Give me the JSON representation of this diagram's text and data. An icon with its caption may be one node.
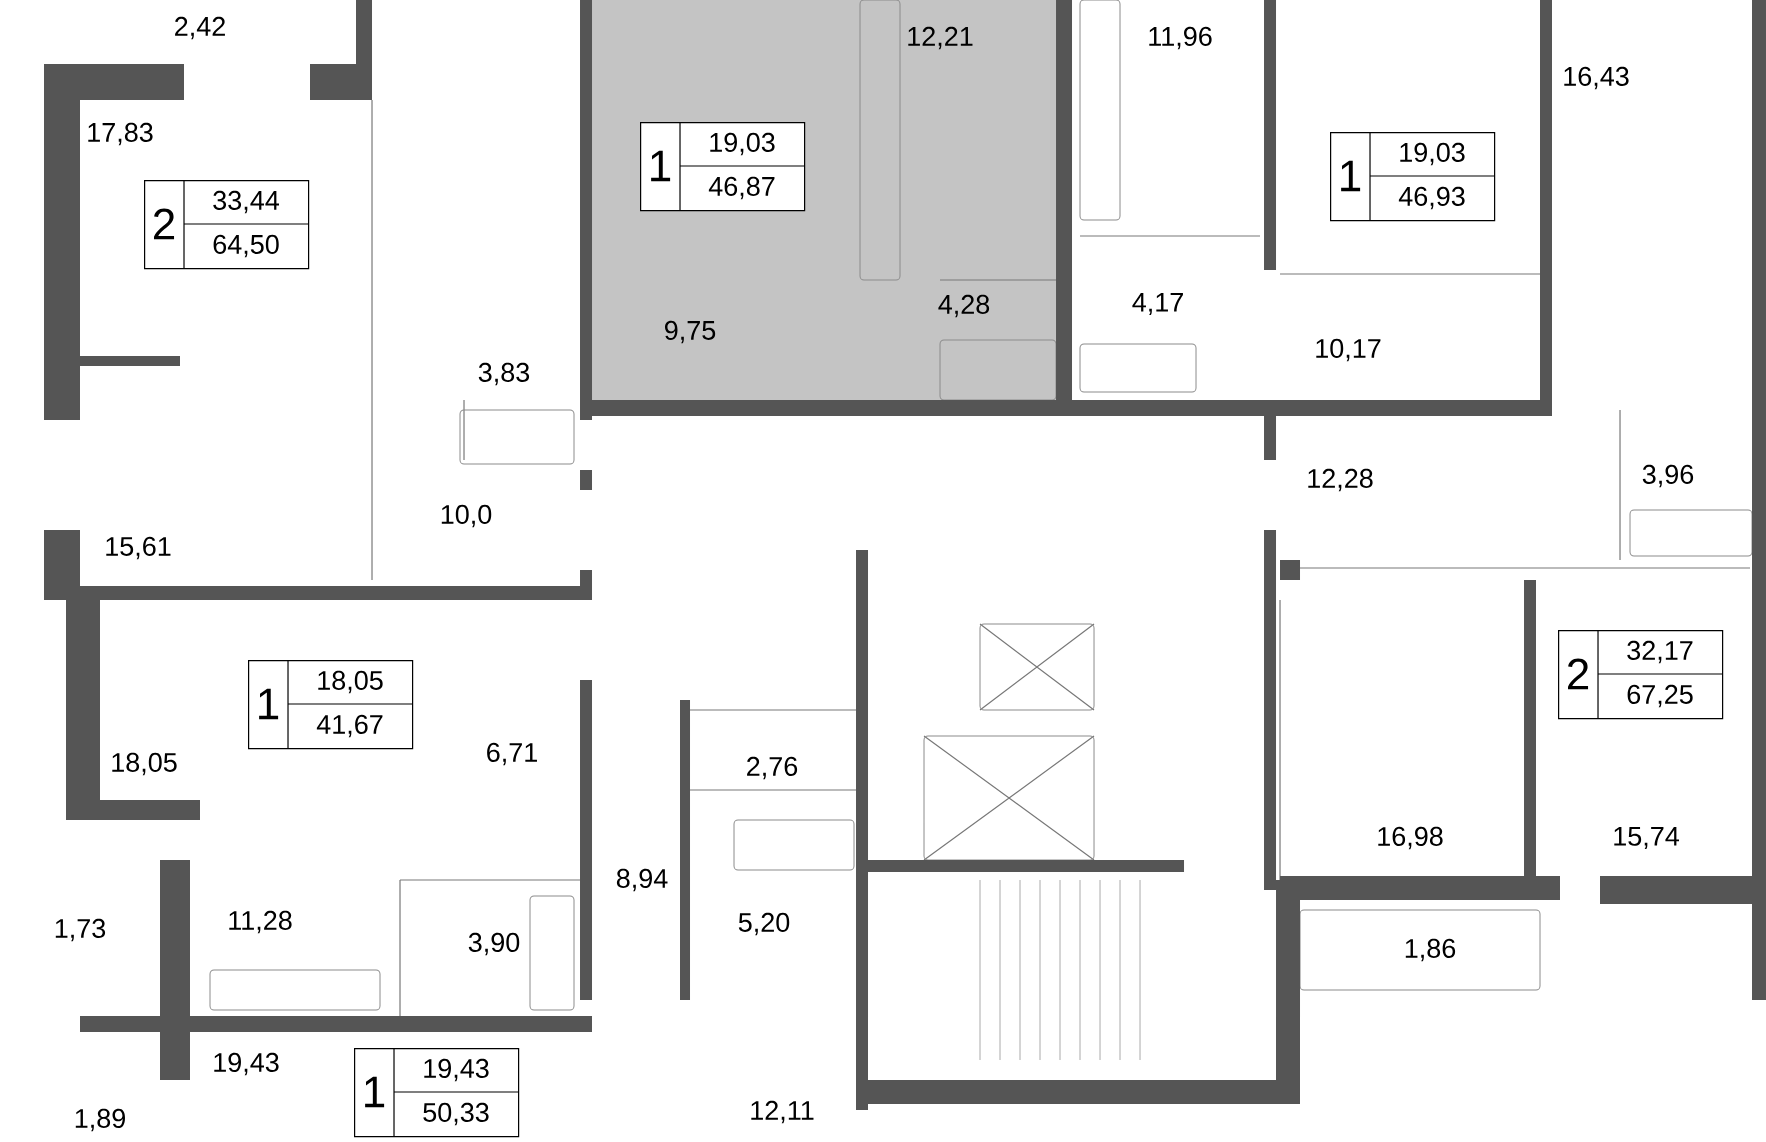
{
  "diagram": {
    "nodes": [
      {
        "text": [
          "2",
          "33,44",
          "64,50"
        ]
      },
      {
        "text": [
          "1",
          "19,03",
          "46,87"
        ]
      },
      {
        "text": [
          "1",
          "19,03",
          "46,93"
        ]
      },
      {
        "text": [
          "1",
          "18,05",
          "41,67"
        ]
      },
      {
        "text": [
          "2",
          "32,17",
          "67,25"
        ]
      },
      {
        "text": [
          "1",
          "19,43",
          "50,33"
        ]
      }
    ],
    "labels": [
      "2,42",
      "12,21",
      "11,96",
      "16,43",
      "17,83",
      "4,17",
      "4,28",
      "9,75",
      "10,17",
      "3,83",
      "3,96",
      "12,28",
      "10,0",
      "15,61",
      "6,71",
      "18,05",
      "2,76",
      "16,98",
      "15,74",
      "8,94",
      "5,20",
      "11,28",
      "1,73",
      "3,90",
      "1,86",
      "19,43",
      "12,11",
      "1,89"
    ]
  }
}
